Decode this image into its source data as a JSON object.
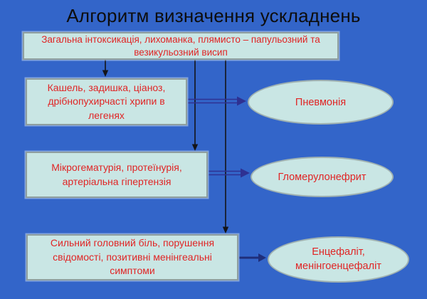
{
  "title": "Алгоритм визначення ускладнень",
  "root_symptom": {
    "text": "Загальна інтоксикація, лихоманка, плямисто – папульозний та везикульозний висип"
  },
  "branches": [
    {
      "symptom": "Кашель, задишка, ціаноз, дрібнопухирчасті хрипи в легенях",
      "diagnosis": "Пневмонія"
    },
    {
      "symptom": "Мікрогематурія, протеїнурія, артеріальна гіпертензія",
      "diagnosis": "Гломерулонефрит"
    },
    {
      "symptom": "Сильний головний біль, порушення свідомості, позитивні менінгеальні симптоми",
      "diagnosis": "Енцефаліт, менінгоенцефаліт"
    }
  ],
  "colors": {
    "background": "#3365c9",
    "node_fill": "#c9e6e4",
    "box_border": "#8f9f9f",
    "ellipse_border": "#9fb1b1",
    "node_text": "#e02525",
    "title_text": "#0d0d0d",
    "connector_black": "#141418",
    "connector_navy": "#2e3192"
  }
}
